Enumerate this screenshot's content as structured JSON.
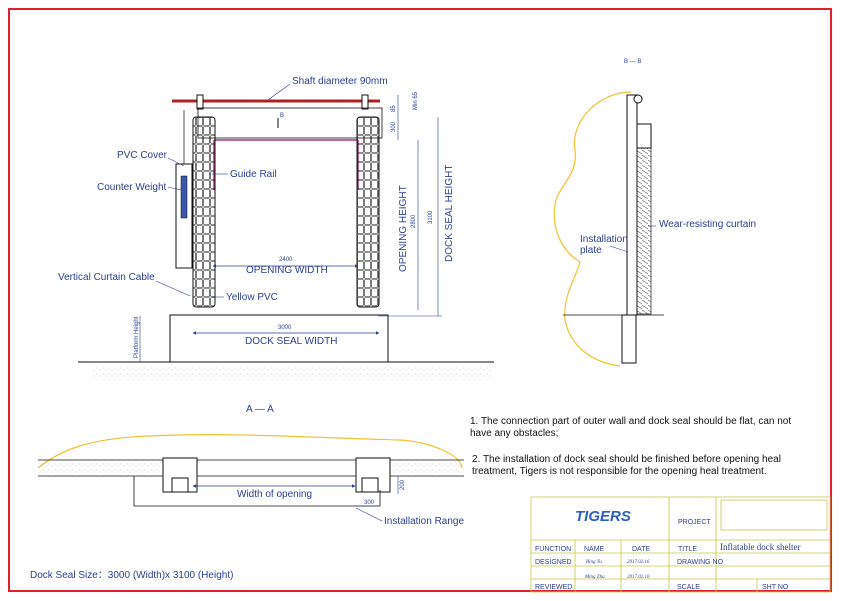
{
  "labels": {
    "shaft_diameter": "Shaft diameter 90mm",
    "pvc_cover": "PVC Cover",
    "counter_weight": "Counter Weight",
    "guide_rail": "Guide Rail",
    "vertical_curtain_cable": "Vertical Curtain Cable",
    "yellow_pvc": "Yellow PVC",
    "opening_width": "OPENING WIDTH",
    "opening_height": "OPENING HEIGHT",
    "dock_seal_height": "DOCK SEAL HEIGHT",
    "dock_seal_width": "DOCK SEAL WIDTH",
    "platform_height": "Platform Height",
    "min_65": "Min 65",
    "b_mark": "B",
    "section_bb": "B — B",
    "section_aa": "A — A",
    "wear_resisting_curtain": "Wear-resisting curtain",
    "installation_plate": "Installation\nplate",
    "width_of_opening": "Width of opening",
    "installation_range": "Installation Range"
  },
  "dimensions": {
    "d2400": "2400",
    "d3000": "3000",
    "d3100": "3100",
    "d2800": "2800",
    "d300": "300",
    "d200": "200",
    "d85": "85",
    "d300b": "300"
  },
  "notes": {
    "note1": "1. The connection part of outer wall and dock seal should be flat, can not have any obstacles;",
    "note2": "2. The installation of dock seal should be finished before opening heal treatment, Tigers is not responsible for the opening heal treatment."
  },
  "size_text": "Dock Seal Size：3000 (Width)x 3100 (Height)",
  "title_block": {
    "brand": "TIGERS",
    "project": "PROJECT",
    "function": "FUNCTION",
    "name": "NAME",
    "date": "DATE",
    "title": "TITLE",
    "title_value": "Inflatable dock shelter",
    "designed": "DESIGNED",
    "designed_name": "Bing Tu",
    "designed_date": "2017.02.16",
    "drawing_no": "DRAWING NO",
    "reviewed": "REVIEWED",
    "reviewed_name": "Ming Zhu",
    "reviewed_date": "2017.02.16",
    "scale": "SCALE",
    "sht_no": "SHT NO"
  },
  "colors": {
    "border": "#e0202a",
    "annotation": "#2b3f93",
    "curtain_yellow": "#f2c230",
    "guide_rail": "#b0307e",
    "shaft": "#b02020"
  }
}
